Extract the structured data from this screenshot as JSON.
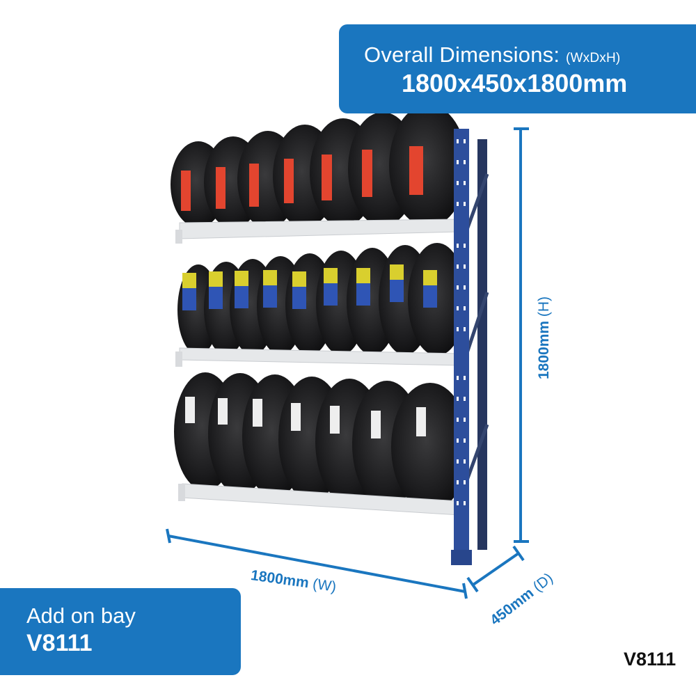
{
  "overall_dimensions": {
    "title": "Overall Dimensions:",
    "unit_hint": "(WxDxH)",
    "value": "1800x450x1800mm"
  },
  "add_on_bay": {
    "title": "Add on bay",
    "code": "V8111"
  },
  "product_code": "V8111",
  "dimension_annotations": {
    "width": {
      "value": "1800mm",
      "axis": "(W)"
    },
    "depth": {
      "value": "450mm",
      "axis": "(D)"
    },
    "height": {
      "value": "1800mm",
      "axis": "(H)"
    }
  },
  "product_image": {
    "description": "Blue and white steel tyre rack, 3 shelves of tyres",
    "shelves": [
      {
        "level": "top",
        "tyre_count": 7,
        "label_color": "#e3452f"
      },
      {
        "level": "middle",
        "tyre_count": 9,
        "label_color": "#2f55b5"
      },
      {
        "level": "bottom",
        "tyre_count": 7,
        "label_color": "#eeeeee"
      }
    ]
  },
  "colors": {
    "brand_blue": "#1a76bf",
    "upright_blue": "#2d4e9c",
    "beam_grey": "#e6e8ea",
    "text_dark": "#111111"
  }
}
